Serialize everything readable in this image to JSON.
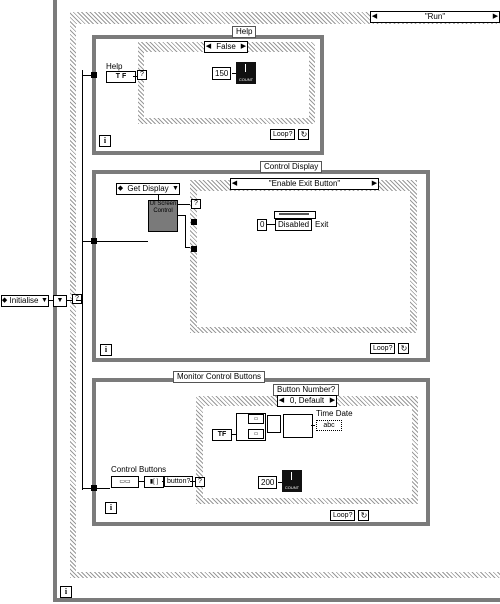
{
  "outer": {
    "case_selector": "\"Run\"",
    "loop_index_icon": "i"
  },
  "left": {
    "enum_value": "Initialise",
    "dropdown_icon": "▼",
    "terminal_q": "?"
  },
  "help_section": {
    "caption": "Help",
    "case_label": "False",
    "terminal_label": "Help",
    "tf_constant": "T F",
    "timer_value": "150",
    "timer_label": "COUNT",
    "loop_cond_label": "Loop?",
    "iteration_label": "i"
  },
  "control_display": {
    "caption": "Control Display",
    "get_display": "Get Display",
    "subvi_label": "UI Screen Control",
    "case_label": "\"Enable Exit Button\"",
    "ring_constant": "0",
    "disabled_label": "Disabled",
    "exit_label": "Exit",
    "loop_cond_label": "Loop?",
    "iteration_label": "i"
  },
  "monitor": {
    "caption": "Monitor Control Buttons",
    "case_caption": "Button Number?",
    "case_label": "0, Default",
    "control_buttons_label": "Control Buttons",
    "button_fn_label": "button?",
    "time_date_label": "Time Date",
    "string_const": "abc",
    "tf_constant": "TF",
    "timer_value": "200",
    "timer_label": "COUNT",
    "loop_cond_label": "Loop?",
    "iteration_label": "i"
  }
}
